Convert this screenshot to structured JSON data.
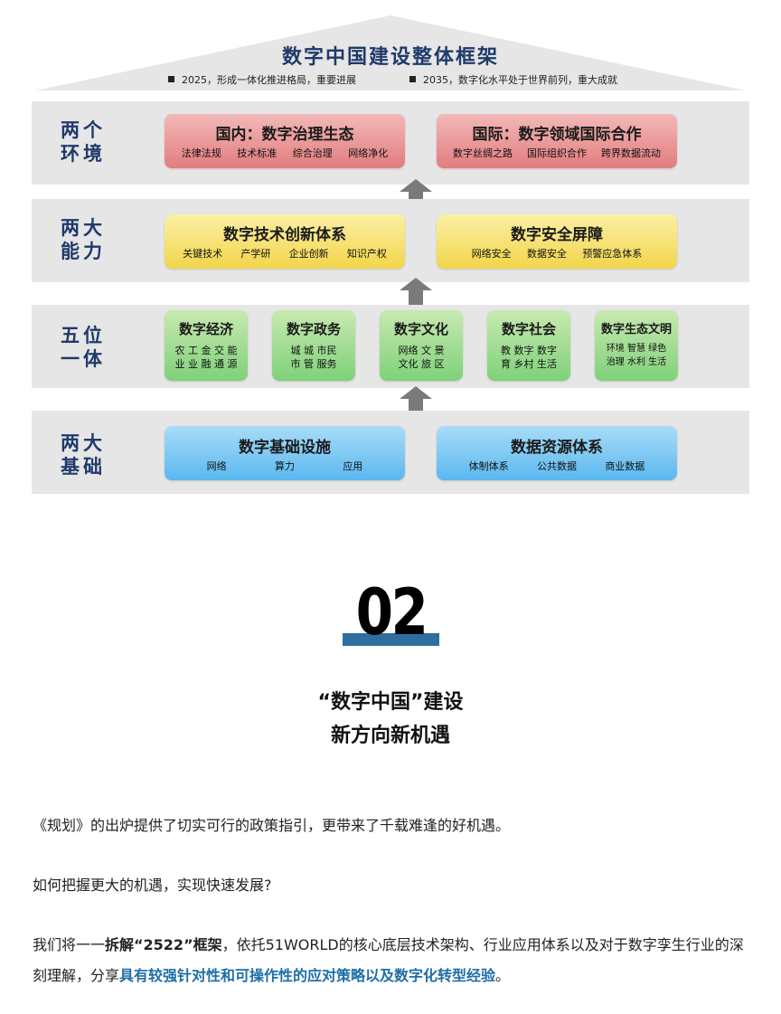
{
  "framework": {
    "title": "数字中国建设整体框架",
    "goals": [
      "2025，形成一体化推进格局，重要进展",
      "2035，数字化水平处于世界前列，重大成就"
    ],
    "rows": [
      {
        "label_line1": "两个",
        "label_line2": "环境",
        "boxes": [
          {
            "title": "国内：数字治理生态",
            "items": [
              "法律法规",
              "技术标准",
              "综合治理",
              "网络净化"
            ]
          },
          {
            "title": "国际：数字领域国际合作",
            "items": [
              "数字丝绸之路",
              "国际组织合作",
              "跨界数据流动"
            ]
          }
        ]
      },
      {
        "label_line1": "两大",
        "label_line2": "能力",
        "boxes": [
          {
            "title": "数字技术创新体系",
            "items": [
              "关键技术",
              "产学研",
              "企业创新",
              "知识产权"
            ]
          },
          {
            "title": "数字安全屏障",
            "items": [
              "网络安全",
              "数据安全",
              "预警应急体系"
            ]
          }
        ]
      },
      {
        "label_line1": "五位",
        "label_line2": "一体",
        "boxes": [
          {
            "title": "数字经济",
            "line1": "农 工 金 交 能",
            "line2": "业 业 融 通 源"
          },
          {
            "title": "数字政务",
            "line1": "城  城  市民",
            "line2": "市  管  服务"
          },
          {
            "title": "数字文化",
            "line1": "网络  文  景",
            "line2": "文化  旅  区"
          },
          {
            "title": "数字社会",
            "line1": "教  数字  数字",
            "line2": "育  乡村  生活"
          },
          {
            "title": "数字生态文明",
            "line1": "环境  智慧  绿色",
            "line2": "治理  水利  生活"
          }
        ]
      },
      {
        "label_line1": "两大",
        "label_line2": "基础",
        "boxes": [
          {
            "title": "数字基础设施",
            "items": [
              "网络",
              "算力",
              "应用"
            ]
          },
          {
            "title": "数据资源体系",
            "items": [
              "体制体系",
              "公共数据",
              "商业数据"
            ]
          }
        ]
      }
    ]
  },
  "section": {
    "number": "02",
    "heading_line1": "“数字中国”建设",
    "heading_line2": "新方向新机遇"
  },
  "paragraphs": {
    "p1": "《规划》的出炉提供了切实可行的政策指引，更带来了千载难逢的好机遇。",
    "p2": "如何把握更大的机遇，实现快速发展?",
    "p3_a": "我们将一一",
    "p3_b": "拆解“2522”框架",
    "p3_c": "，依托51WORLD的核心底层技术架构、行业应用体系以及对于数字孪生行业的深刻理解，分享",
    "p3_d": "具有较强针对性和可操作性的应对策略以及数字化转型经验",
    "p3_e": "。"
  },
  "colors": {
    "row_bg": "#e6e6e6",
    "label": "#1f3a6b",
    "red_box": "#e27d7d",
    "yellow_box": "#f3d54a",
    "green_box": "#7fd07a",
    "blue_box": "#5ab8f0",
    "arrow": "#7a7a7a",
    "accent_blue": "#1e6ea6"
  }
}
